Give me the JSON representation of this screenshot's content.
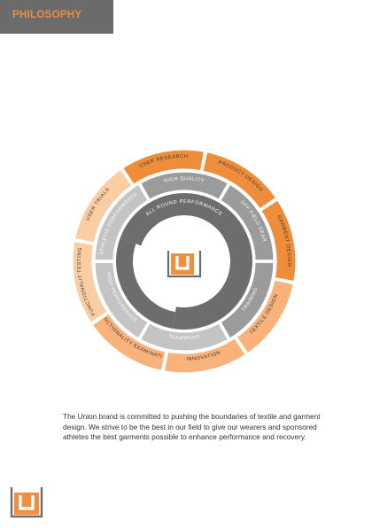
{
  "header": {
    "title": "PHILOSOPHY"
  },
  "diagram": {
    "outer_ring": [
      "USER RESEARCH",
      "PRODUCT DESIGN",
      "GARMENT DESIGN",
      "TEXTILE DESIGN",
      "INNOVATION",
      "FUNCTIONALITY EXAMINATION",
      "FUNCTIONALIT TESTING",
      "USER TRIALS"
    ],
    "middle_ring": [
      "HIGH QUALITY",
      "OFF FIELD GEAR",
      "TRAINING",
      "TEAMWEAR",
      "HIGH PERFORMANCE",
      "ATHLETIC PERFORMANCE"
    ],
    "inner_ring": "ALL ROUND PERFORMANCE",
    "colors": {
      "outer_dark": "#f08d3a",
      "outer_light": "#f8b27a",
      "outer_pale": "#fbcda3",
      "middle_grey": "#9b9b9b",
      "middle_light": "#c4c4c4",
      "inner_grey": "#6d6d6d"
    }
  },
  "body_text": "The Union brand is committed to pushing the boundaries of textile and garment design.  We strive to be the best in our field to give our wearers and sponsored athletes the best garments possible to enhance performance and recovery.",
  "icons": {
    "center_logo": "union-logo-icon",
    "footer_logo": "union-logo-icon"
  }
}
